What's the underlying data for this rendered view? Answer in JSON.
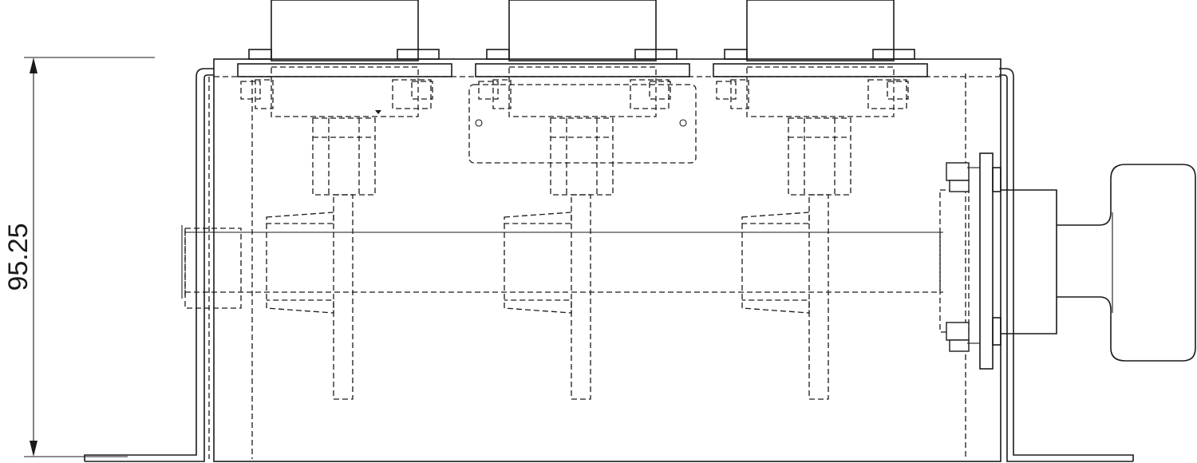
{
  "drawing": {
    "type": "technical-drawing",
    "view": "side-elevation",
    "line_color": "#1a1a1a",
    "background": "#ffffff",
    "dimension": {
      "value": "95.25",
      "orientation": "vertical"
    },
    "connector_count": 3,
    "components": [
      "mounting-bracket",
      "connector",
      "shaft",
      "cam",
      "panel-plate",
      "knob"
    ]
  }
}
